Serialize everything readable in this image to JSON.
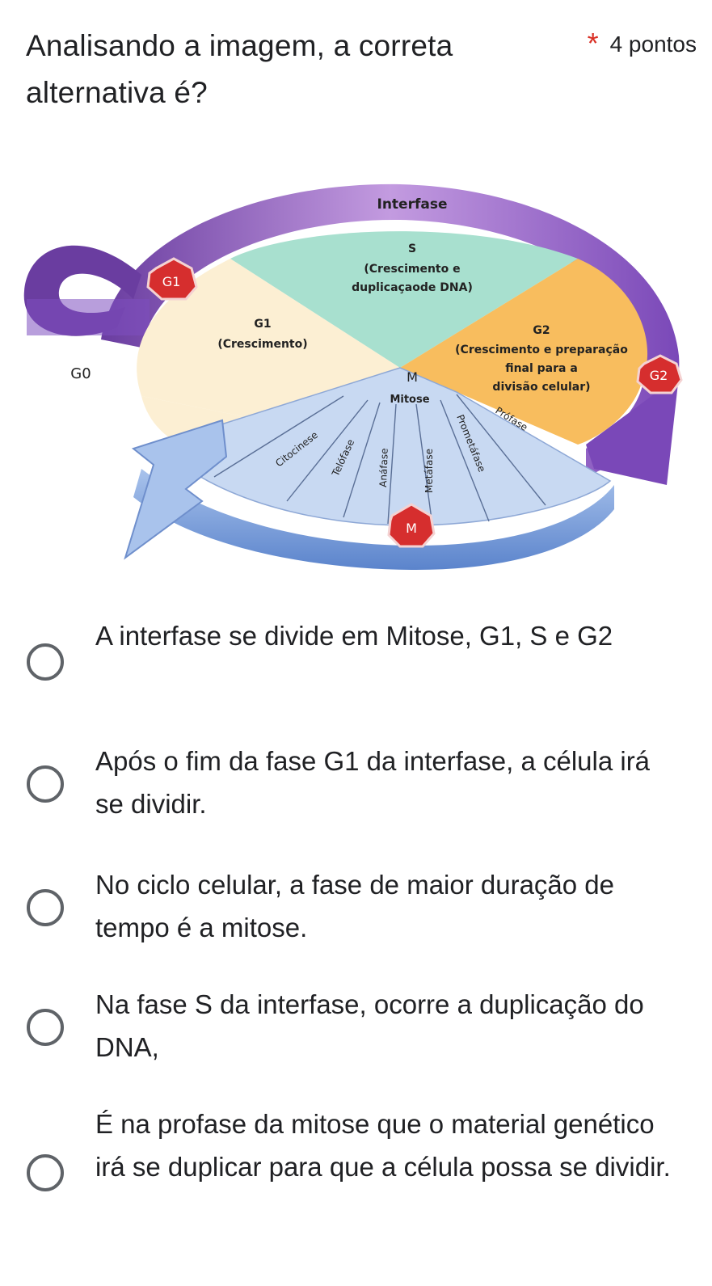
{
  "question": {
    "title": "Analisando a imagem, a correta alternativa é?",
    "required_marker": "*",
    "points": "4 pontos"
  },
  "diagram_labels": {
    "interfase": "Interfase",
    "s_title": "S",
    "s_desc_1": "(Crescimento e",
    "s_desc_2": "duplicaçaode DNA)",
    "g1_title": "G1",
    "g1_desc": "(Crescimento)",
    "g2_title": "G2",
    "g2_desc_1": "(Crescimento e preparação",
    "g2_desc_2": "final para a",
    "g2_desc_3": "divisão celular)",
    "g1_badge": "G1",
    "g2_badge": "G2",
    "g0": "G0",
    "m_center": "M",
    "mitose": "Mitose",
    "m_badge": "M",
    "citocinese": "Citocinese",
    "telofase": "Telófase",
    "anafase": "Anáfase",
    "metafase": "Metáfase",
    "prometafase": "Prometáfase",
    "profase": "Prófase"
  },
  "options": [
    {
      "label": "A interfase se divide em Mitose, G1, S e G2"
    },
    {
      "label": "Após o fim da fase G1 da interfase, a célula irá se dividir."
    },
    {
      "label": "No ciclo celular, a fase de maior duração de tempo é a mitose."
    },
    {
      "label": "Na fase S da interfase, ocorre a duplicação do DNA,"
    },
    {
      "label": "É na profase da mitose que o material genético irá se duplicar para que a célula possa se dividir."
    }
  ]
}
